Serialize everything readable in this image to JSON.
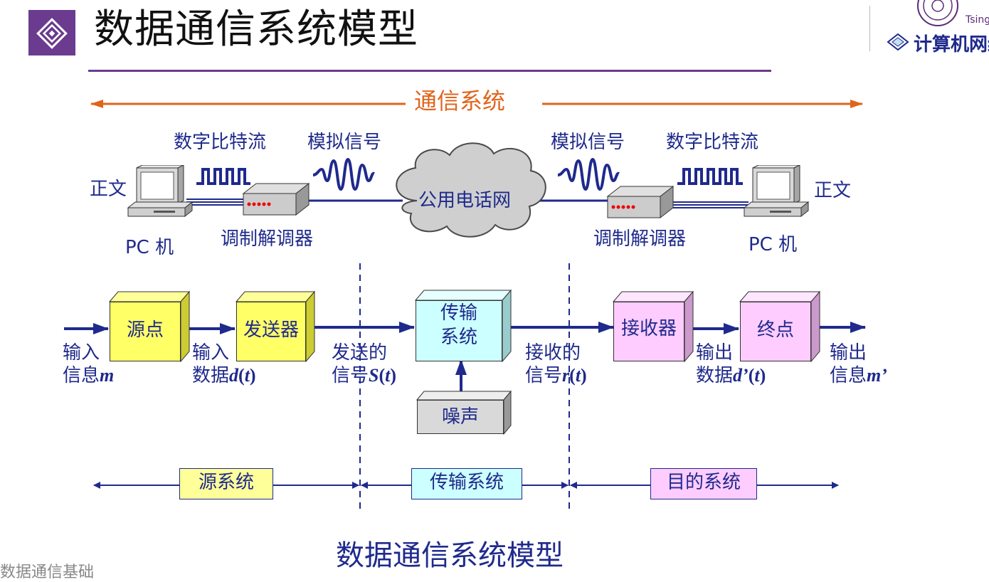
{
  "header": {
    "title": "数据通信系统模型",
    "logo_text": "计算机网络",
    "logo_small": "Tsing"
  },
  "top_diagram": {
    "span_label": "通信系统",
    "left_pc_label": "正文",
    "left_pc_caption": "PC 机",
    "right_pc_label": "正文",
    "right_pc_caption": "PC 机",
    "left_digital": "数字比特流",
    "left_analog": "模拟信号",
    "right_analog": "模拟信号",
    "right_digital": "数字比特流",
    "left_modem": "调制解调器",
    "right_modem": "调制解调器",
    "cloud": "公用电话网"
  },
  "blocks": {
    "source": "源点",
    "transmitter": "发送器",
    "transmission_1": "传输",
    "transmission_2": "系统",
    "noise": "噪声",
    "receiver": "接收器",
    "destination": "终点"
  },
  "signals": {
    "input_info_1": "输入",
    "input_info_2": "信息",
    "input_info_var": "m",
    "input_data_1": "输入",
    "input_data_2": "数据",
    "input_data_var": "d",
    "sent_1": "发送的",
    "sent_2": "信号",
    "sent_var": "S",
    "recv_1": "接收的",
    "recv_2": "信号",
    "recv_var": "r",
    "out_data_1": "输出",
    "out_data_2": "数据",
    "out_data_var": "d’",
    "out_info_1": "输出",
    "out_info_2": "信息",
    "out_info_var": "m’",
    "t_var": "t"
  },
  "subsystems": {
    "source_system": "源系统",
    "transmission_system": "传输系统",
    "destination_system": "目的系统"
  },
  "caption": "数据通信系统模型",
  "footer": "数据通信基础",
  "colors": {
    "navy": "#1f2a8c",
    "orange": "#e0651c",
    "purple": "#5b2a7a",
    "yellow_box": "#ffff66",
    "cyan_box": "#ccffff",
    "pink_box": "#ffccff",
    "gray_box": "#d9d9d9"
  },
  "icons": [
    "diamond-logo-icon",
    "university-seal-icon",
    "pc-icon",
    "modem-icon",
    "cloud-icon",
    "square-wave-icon",
    "analog-wave-icon"
  ]
}
